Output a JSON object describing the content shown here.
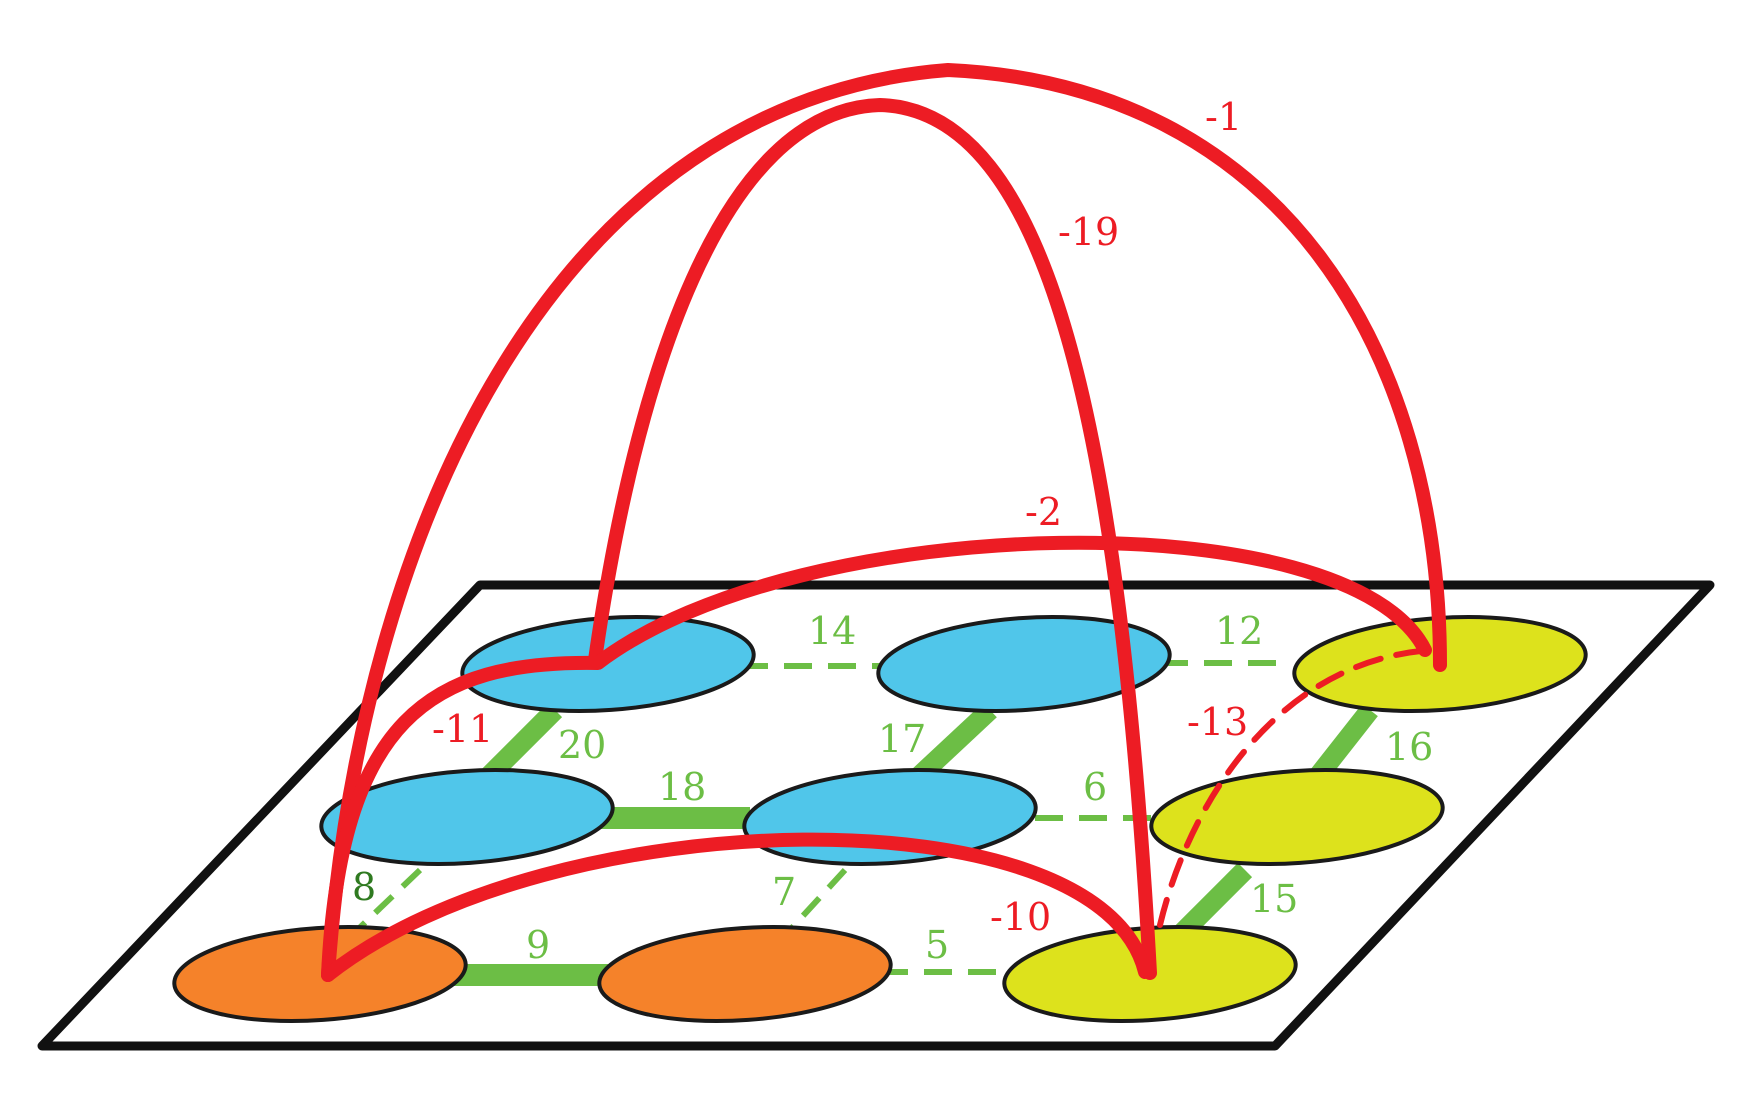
{
  "colors": {
    "plane_stroke": "#111111",
    "node_stroke": "#1a1a1a",
    "orange": "#f5822a",
    "blue": "#50c6ea",
    "yellow": "#dde21c",
    "positive_edge": "#6cbe45",
    "negative_edge": "#ed1c24"
  },
  "nodes": [
    {
      "id": "a1",
      "group": "blue"
    },
    {
      "id": "a2",
      "group": "blue"
    },
    {
      "id": "a3",
      "group": "yellow"
    },
    {
      "id": "b1",
      "group": "blue"
    },
    {
      "id": "b2",
      "group": "blue"
    },
    {
      "id": "b3",
      "group": "yellow"
    },
    {
      "id": "c1",
      "group": "orange"
    },
    {
      "id": "c2",
      "group": "orange"
    },
    {
      "id": "c3",
      "group": "yellow"
    }
  ],
  "edges": [
    {
      "id": "a1-a2",
      "sign": "positive",
      "style": "dashed",
      "label": "14"
    },
    {
      "id": "a2-a3",
      "sign": "positive",
      "style": "dashed",
      "label": "12"
    },
    {
      "id": "a1-b1",
      "sign": "positive",
      "style": "solid",
      "label": "20"
    },
    {
      "id": "a2-b2",
      "sign": "positive",
      "style": "solid",
      "label": "17"
    },
    {
      "id": "a3-b3",
      "sign": "positive",
      "style": "solid",
      "label": "16"
    },
    {
      "id": "b1-b2",
      "sign": "positive",
      "style": "solid",
      "label": "18"
    },
    {
      "id": "b2-b3",
      "sign": "positive",
      "style": "dashed",
      "label": "6"
    },
    {
      "id": "b1-c1",
      "sign": "positive",
      "style": "dashed",
      "label": "8"
    },
    {
      "id": "b2-c2",
      "sign": "positive",
      "style": "dashed",
      "label": "7"
    },
    {
      "id": "b3-c3",
      "sign": "positive",
      "style": "solid",
      "label": "15"
    },
    {
      "id": "c1-c2",
      "sign": "positive",
      "style": "solid",
      "label": "9"
    },
    {
      "id": "c2-c3",
      "sign": "positive",
      "style": "dashed",
      "label": "5"
    },
    {
      "id": "c1-a3",
      "sign": "negative",
      "style": "solid",
      "label": "-1"
    },
    {
      "id": "a1-c3",
      "sign": "negative",
      "style": "solid",
      "label": "-19"
    },
    {
      "id": "c1-a3-low",
      "sign": "negative",
      "style": "solid",
      "label": "-2"
    },
    {
      "id": "c1-a1",
      "sign": "negative",
      "style": "solid",
      "label": "-11"
    },
    {
      "id": "c3-a3",
      "sign": "negative",
      "style": "dashed",
      "label": "-13"
    },
    {
      "id": "c1-c3",
      "sign": "negative",
      "style": "solid",
      "label": "-10"
    }
  ]
}
